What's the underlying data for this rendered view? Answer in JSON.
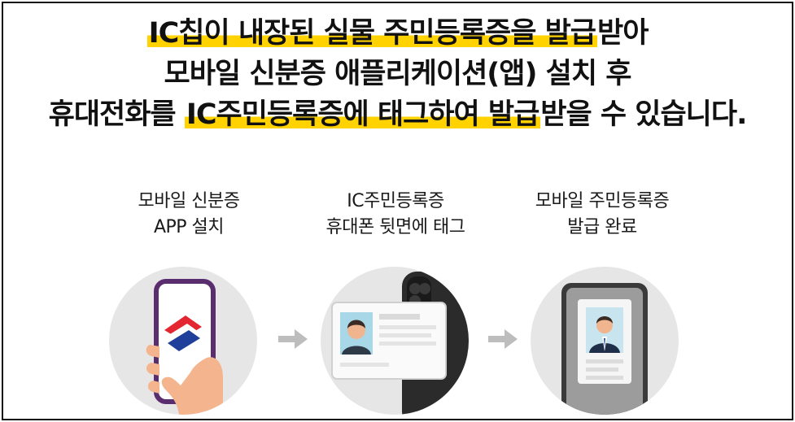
{
  "headline": {
    "line1": {
      "highlight": "IC칩이 내장된 실물 주민등록증을 발급",
      "rest": "받아"
    },
    "line2": "모바일 신분증 애플리케이션(앱) 설치 후",
    "line3": {
      "before": "휴대전화를 ",
      "highlight": "IC주민등록증에 태그하여 발급",
      "after": "받을 수 있습니다."
    }
  },
  "steps": [
    {
      "line1": "모바일 신분증",
      "line2": "APP 설치",
      "icon": "phone-in-hand-icon"
    },
    {
      "line1": "IC주민등록증",
      "line2": "휴대폰 뒷면에 태그",
      "icon": "id-card-tag-icon"
    },
    {
      "line1": "모바일 주민등록증",
      "line2": "발급 완료",
      "icon": "mobile-id-issued-icon"
    }
  ],
  "colors": {
    "highlight": "#ffd200",
    "circle": "#e6e6e6",
    "arrow": "#bdbdbd",
    "phone_frame": "#5a2e6e",
    "skin": "#f4b48e",
    "logo_red": "#e3262f",
    "logo_blue": "#1f3f9a"
  }
}
